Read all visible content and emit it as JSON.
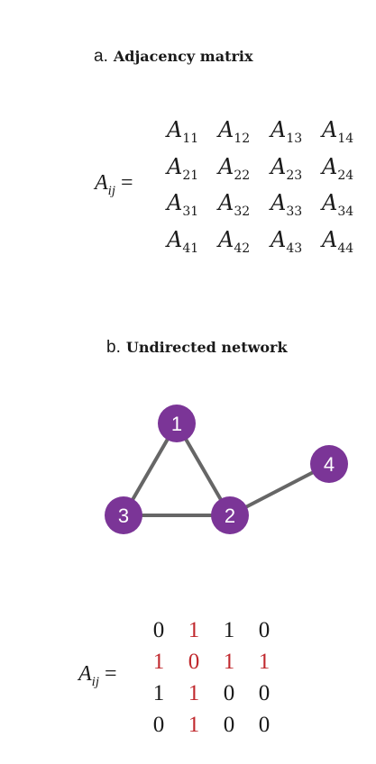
{
  "section_a": {
    "letter": "a.",
    "title": "Adjacency matrix",
    "lhs_var": "A",
    "lhs_sub": "ij",
    "equals": "=",
    "matrix": [
      [
        "11",
        "12",
        "13",
        "14"
      ],
      [
        "21",
        "22",
        "23",
        "24"
      ],
      [
        "31",
        "32",
        "33",
        "34"
      ],
      [
        "41",
        "42",
        "43",
        "44"
      ]
    ],
    "entry_var": "A"
  },
  "section_b": {
    "letter": "b.",
    "title": "Undirected network",
    "nodes": [
      "1",
      "2",
      "3",
      "4"
    ],
    "edges": [
      [
        "1",
        "2"
      ],
      [
        "1",
        "3"
      ],
      [
        "3",
        "2"
      ],
      [
        "2",
        "4"
      ]
    ],
    "node_color": "#7b3597",
    "edge_color": "#666666",
    "lhs_var": "A",
    "lhs_sub": "ij",
    "equals": "=",
    "matrix": [
      [
        "0",
        "1",
        "1",
        "0"
      ],
      [
        "1",
        "0",
        "1",
        "1"
      ],
      [
        "1",
        "1",
        "0",
        "0"
      ],
      [
        "0",
        "1",
        "0",
        "0"
      ]
    ],
    "highlighted_row": 2,
    "highlighted_column": 2,
    "highlight_color": "#c0282d"
  }
}
